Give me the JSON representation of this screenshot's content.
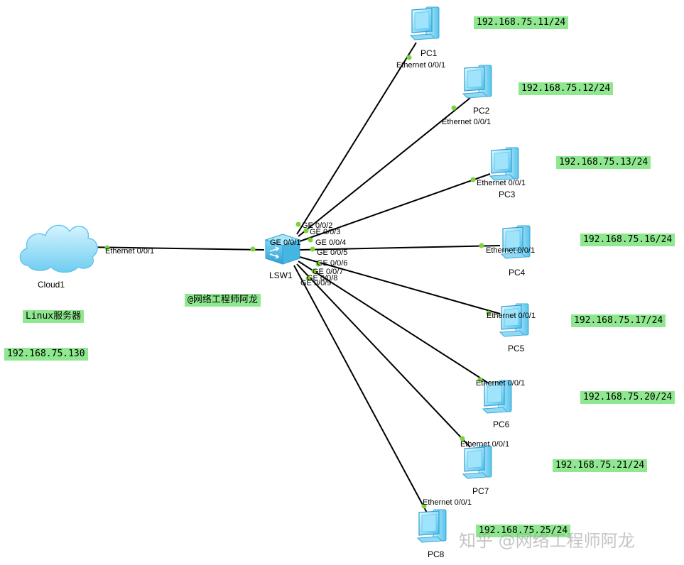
{
  "nodes": {
    "cloud": {
      "name": "Cloud1",
      "port": "Ethernet 0/0/1"
    },
    "switch": {
      "name": "LSW1",
      "uplink_port": "GE 0/0/1"
    },
    "pcs": [
      {
        "name": "PC1",
        "port": "Ethernet 0/0/1",
        "ip": "192.168.75.11/24",
        "switch_port": "GE 0/0/2"
      },
      {
        "name": "PC2",
        "port": "Ethernet 0/0/1",
        "ip": "192.168.75.12/24",
        "switch_port": "GE 0/0/3"
      },
      {
        "name": "PC3",
        "port": "Ethernet 0/0/1",
        "ip": "192.168.75.13/24",
        "switch_port": "GE 0/0/4"
      },
      {
        "name": "PC4",
        "port": "Ethernet 0/0/1",
        "ip": "192.168.75.16/24",
        "switch_port": "GE 0/0/5"
      },
      {
        "name": "PC5",
        "port": "Ethernet 0/0/1",
        "ip": "192.168.75.17/24",
        "switch_port": "GE 0/0/6"
      },
      {
        "name": "PC6",
        "port": "Ethernet 0/0/1",
        "ip": "192.168.75.20/24",
        "switch_port": "GE 0/0/7"
      },
      {
        "name": "PC7",
        "port": "Ethernet 0/0/1",
        "ip": "192.168.75.21/24",
        "switch_port": "GE 0/0/8"
      },
      {
        "name": "PC8",
        "port": "Ethernet 0/0/1",
        "ip": "192.168.75.25/24",
        "switch_port": "GE 0/0/9"
      }
    ]
  },
  "notes": {
    "server_label": "Linux服务器",
    "server_ip": "192.168.75.130",
    "author": "@网络工程师阿龙"
  },
  "watermark": "知乎 @网络工程师阿龙",
  "colors": {
    "link": "#000000",
    "port_dot": "#7cd33a",
    "label_bg": "#8fe88f",
    "device": "#5bc8f0"
  }
}
